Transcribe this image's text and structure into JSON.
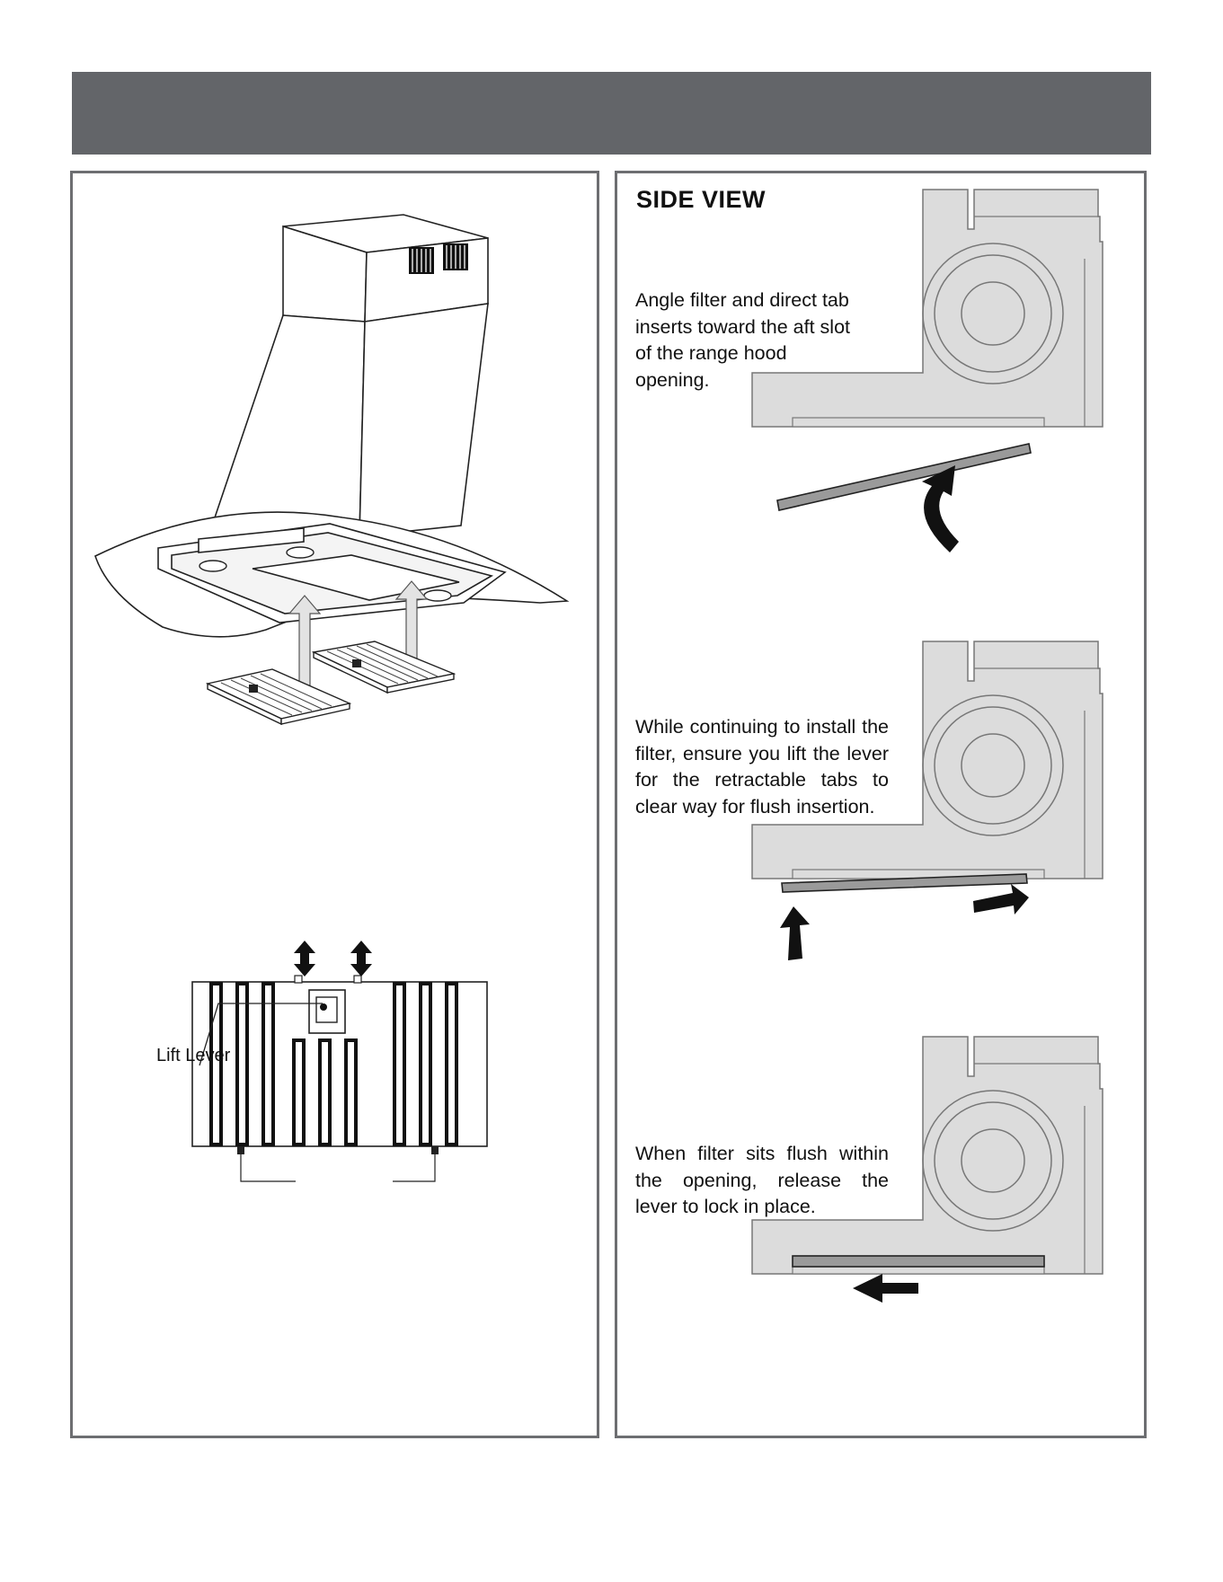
{
  "right_panel": {
    "title": "SIDE VIEW",
    "steps": [
      {
        "text": "Angle filter and direct tab inserts toward the aft slot of the range hood opening."
      },
      {
        "text": "While continuing to install the filter, ensure you lift the lever for the retractable tabs to clear way for flush insertion."
      },
      {
        "text": "When filter sits flush within the opening, release the lever to lock in place."
      }
    ]
  },
  "left_panel": {
    "lift_lever_label": "Lift Lever"
  },
  "colors": {
    "header_bar": "#636569",
    "panel_border": "#6d6e71",
    "hood_body": "#dcdcdc",
    "filter_bar": "#9a9a9a",
    "arrow": "#111111"
  }
}
